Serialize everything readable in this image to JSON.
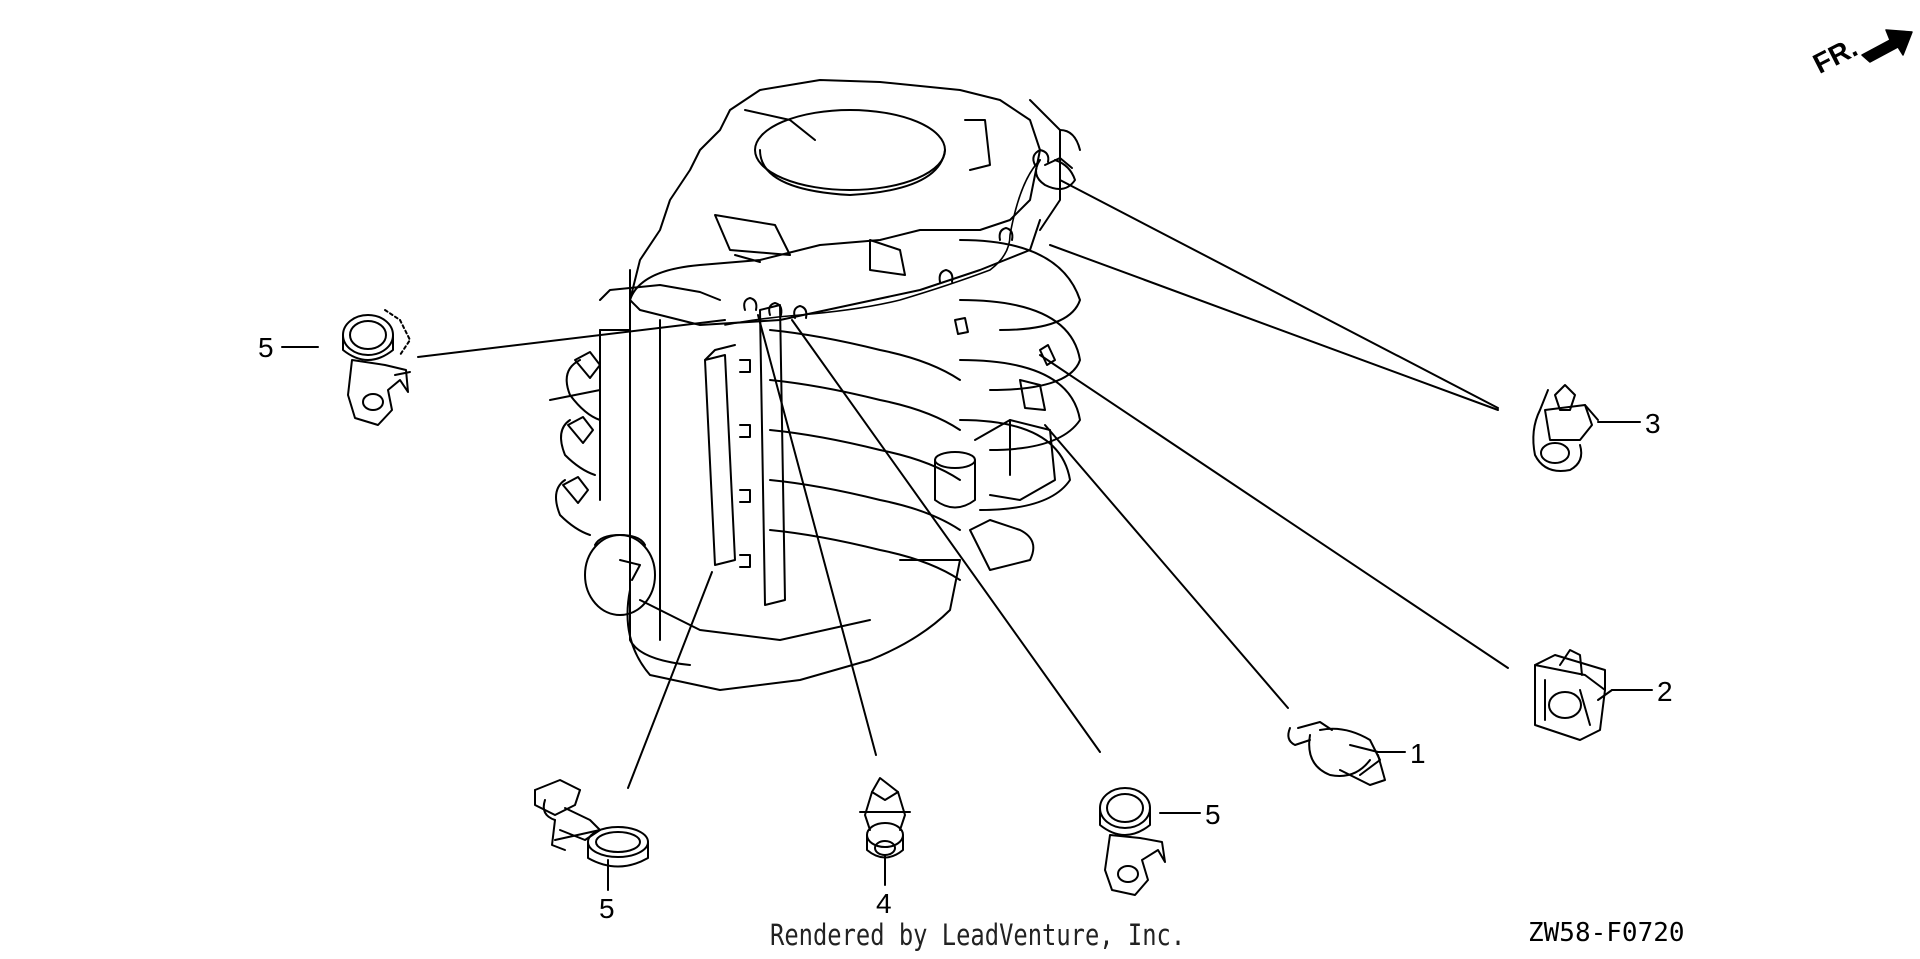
{
  "orientation": {
    "label": "FR.",
    "arrow_icon": "front-direction-arrow-icon"
  },
  "callouts": {
    "part_1": "1",
    "part_2": "2",
    "part_3": "3",
    "part_4": "4",
    "part_5_top_left": "5",
    "part_5_bottom_left": "5",
    "part_5_bottom_center": "5"
  },
  "diagram_code": "ZW58-F0720",
  "credit": "Rendered by LeadVenture, Inc.",
  "colors": {
    "line": "#000000",
    "background": "#ffffff"
  }
}
